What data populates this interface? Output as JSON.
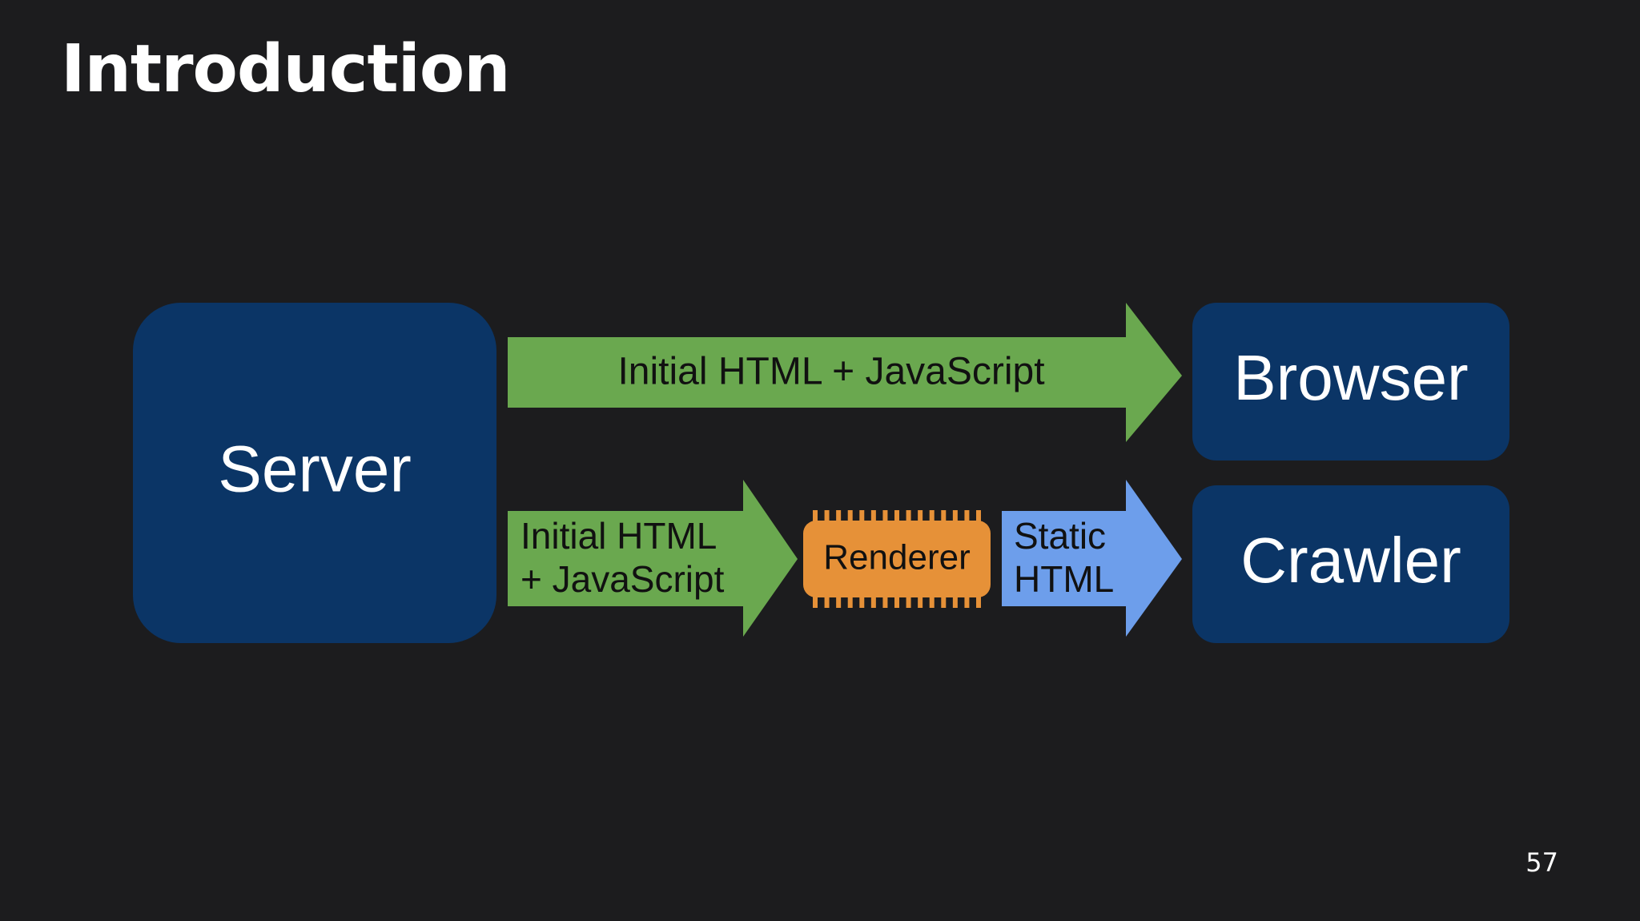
{
  "slide": {
    "title": "Introduction",
    "page_number": "57"
  },
  "diagram": {
    "nodes": {
      "server": "Server",
      "browser": "Browser",
      "crawler": "Crawler",
      "renderer": "Renderer"
    },
    "arrows": {
      "top": "Initial HTML + JavaScript",
      "bottom_line1": "Initial HTML",
      "bottom_line2": "+ JavaScript",
      "static_line1": "Static",
      "static_line2": "HTML"
    },
    "colors": {
      "background": "#1c1c1e",
      "node_fill": "#0b3566",
      "green_arrow": "#6aa84f",
      "blue_arrow": "#6d9eeb",
      "renderer_fill": "#e69138"
    }
  }
}
